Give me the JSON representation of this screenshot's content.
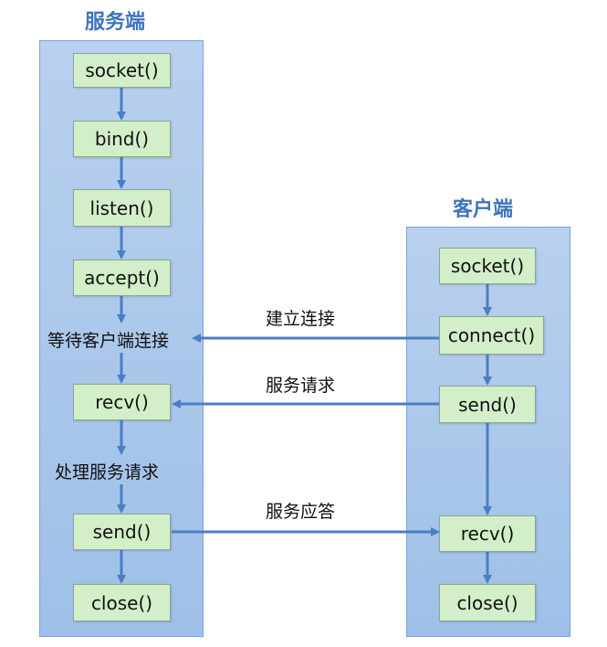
{
  "server": {
    "title": "服务端",
    "steps": [
      "socket()",
      "bind()",
      "listen()",
      "accept()"
    ],
    "wait_label": "等待客户端连接",
    "recv": "recv()",
    "process_label": "处理服务请求",
    "send": "send()",
    "close": "close()"
  },
  "client": {
    "title": "客户端",
    "socket": "socket()",
    "connect": "connect()",
    "send": "send()",
    "recv": "recv()",
    "close": "close()"
  },
  "messages": {
    "connect": "建立连接",
    "request": "服务请求",
    "response": "服务应答"
  },
  "colors": {
    "arrow": "#4a7fc4",
    "panel": "#a9c6ea",
    "box": "#d3efc9",
    "title": "#3f74bd"
  }
}
